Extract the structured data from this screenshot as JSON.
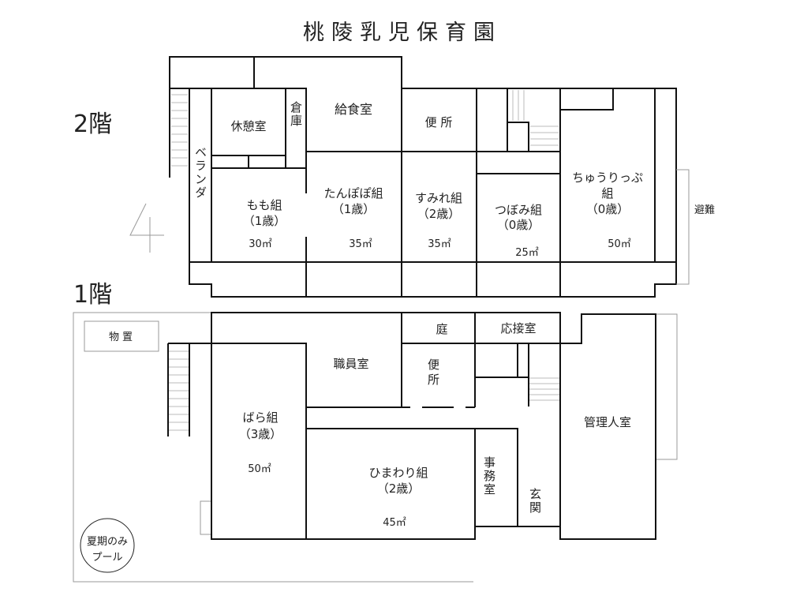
{
  "title": "桃陵乳児保育園",
  "floor2": {
    "label": "2階",
    "north_mark": "4",
    "evac_label": "避難",
    "rooms": {
      "veranda": "ベランダ",
      "rest": "休憩室",
      "storage": "倉庫",
      "kitchen": "給食室",
      "toilet": "便 所",
      "momo": {
        "lines": [
          "もも組",
          "（1歳）"
        ],
        "area": "30㎡"
      },
      "tanpopo": {
        "lines": [
          "たんぽぽ組",
          "（1歳）"
        ],
        "area": "35㎡"
      },
      "sumire": {
        "lines": [
          "すみれ組",
          "（2歳）"
        ],
        "area": "35㎡"
      },
      "tsubomi": {
        "lines": [
          "つぼみ組",
          "（0歳）"
        ],
        "area": "25㎡"
      },
      "tulip": {
        "lines": [
          "ちゅうりっぷ",
          "組",
          "（0歳）"
        ],
        "area": "50㎡"
      }
    }
  },
  "floor1": {
    "label": "1階",
    "rooms": {
      "shed": "物置",
      "staff": "職員室",
      "garden": "庭",
      "toilet": "便所",
      "reception": "応接室",
      "manager": "管理人室",
      "office": "事務室",
      "entrance": "玄関",
      "bara": {
        "lines": [
          "ばら組",
          "（3歳）"
        ],
        "area": "50㎡"
      },
      "himawari": {
        "lines": [
          "ひまわり組",
          "（2歳）"
        ],
        "area": "45㎡"
      },
      "pool": [
        "夏期のみ",
        "プール"
      ]
    }
  }
}
